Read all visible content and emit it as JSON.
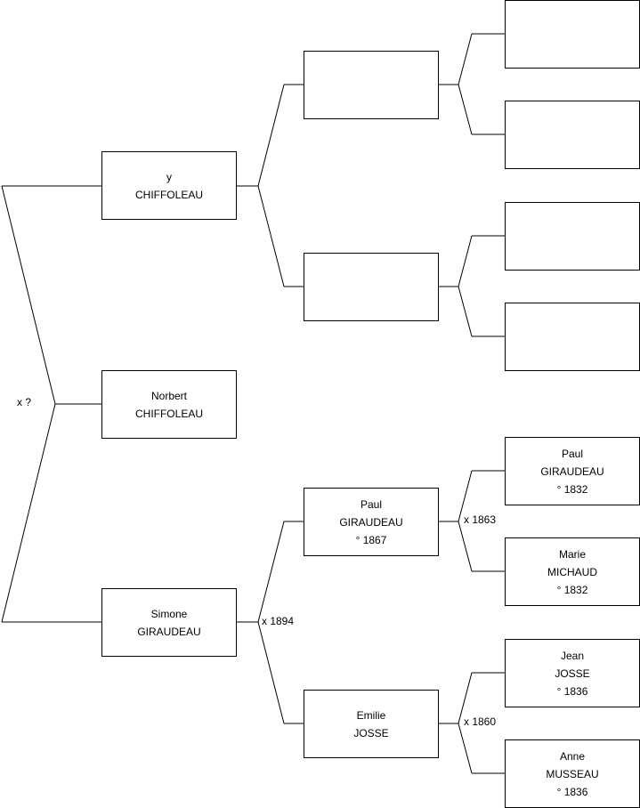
{
  "people": {
    "root": {
      "first": "Norbert",
      "last": "CHIFFOLEAU",
      "birth": ""
    },
    "father": {
      "first": "y",
      "last": "CHIFFOLEAU",
      "birth": ""
    },
    "mother": {
      "first": "Simone",
      "last": "GIRAUDEAU",
      "birth": ""
    },
    "ff": {
      "first": "",
      "last": "",
      "birth": ""
    },
    "fm": {
      "first": "",
      "last": "",
      "birth": ""
    },
    "mf": {
      "first": "Paul",
      "last": "GIRAUDEAU",
      "birth": "° 1867"
    },
    "mm": {
      "first": "Emilie",
      "last": "JOSSE",
      "birth": ""
    },
    "fff": {
      "first": "",
      "last": "",
      "birth": ""
    },
    "ffm": {
      "first": "",
      "last": "",
      "birth": ""
    },
    "fmf": {
      "first": "",
      "last": "",
      "birth": ""
    },
    "fmm": {
      "first": "",
      "last": "",
      "birth": ""
    },
    "mff": {
      "first": "Paul",
      "last": "GIRAUDEAU",
      "birth": "° 1832"
    },
    "mfm": {
      "first": "Marie",
      "last": "MICHAUD",
      "birth": "° 1832"
    },
    "mmf": {
      "first": "Jean",
      "last": "JOSSE",
      "birth": "° 1836"
    },
    "mmm": {
      "first": "Anne",
      "last": "MUSSEAU",
      "birth": "° 1836"
    }
  },
  "marriages": {
    "parents": "x ?",
    "mother_parents": "x 1894",
    "mf_parents": "x 1863",
    "mm_parents": "x 1860"
  },
  "colors": {
    "line": "#000000",
    "box_border": "#000000",
    "background": "#ffffff"
  }
}
